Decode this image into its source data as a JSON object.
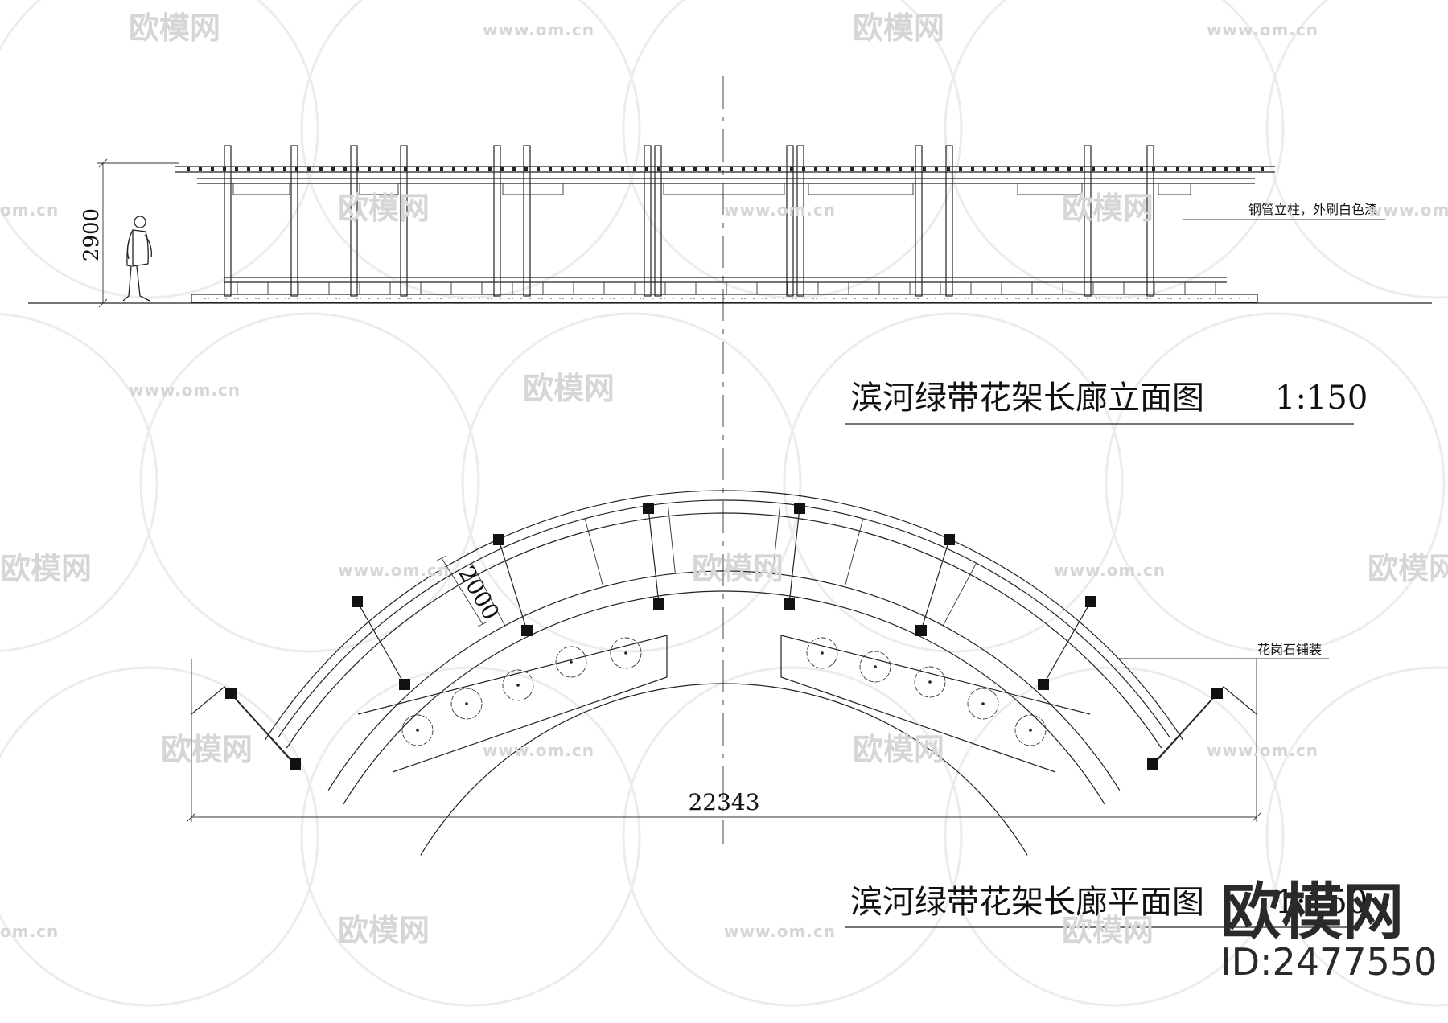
{
  "elevation": {
    "title": "滨河绿带花架长廊立面图",
    "scale": "1:150",
    "height_dim": "2900",
    "callout": "钢管立柱，外刷白色漆"
  },
  "plan": {
    "title": "滨河绿带花架长廊平面图",
    "scale": "1:150",
    "width_dim": "22343",
    "bay_dim": "2000",
    "callout": "花岗石铺装"
  },
  "watermark": {
    "brand": "欧模网",
    "url": "www.om.cn",
    "url_short": "om.cn",
    "id_label": "ID:2477550"
  }
}
